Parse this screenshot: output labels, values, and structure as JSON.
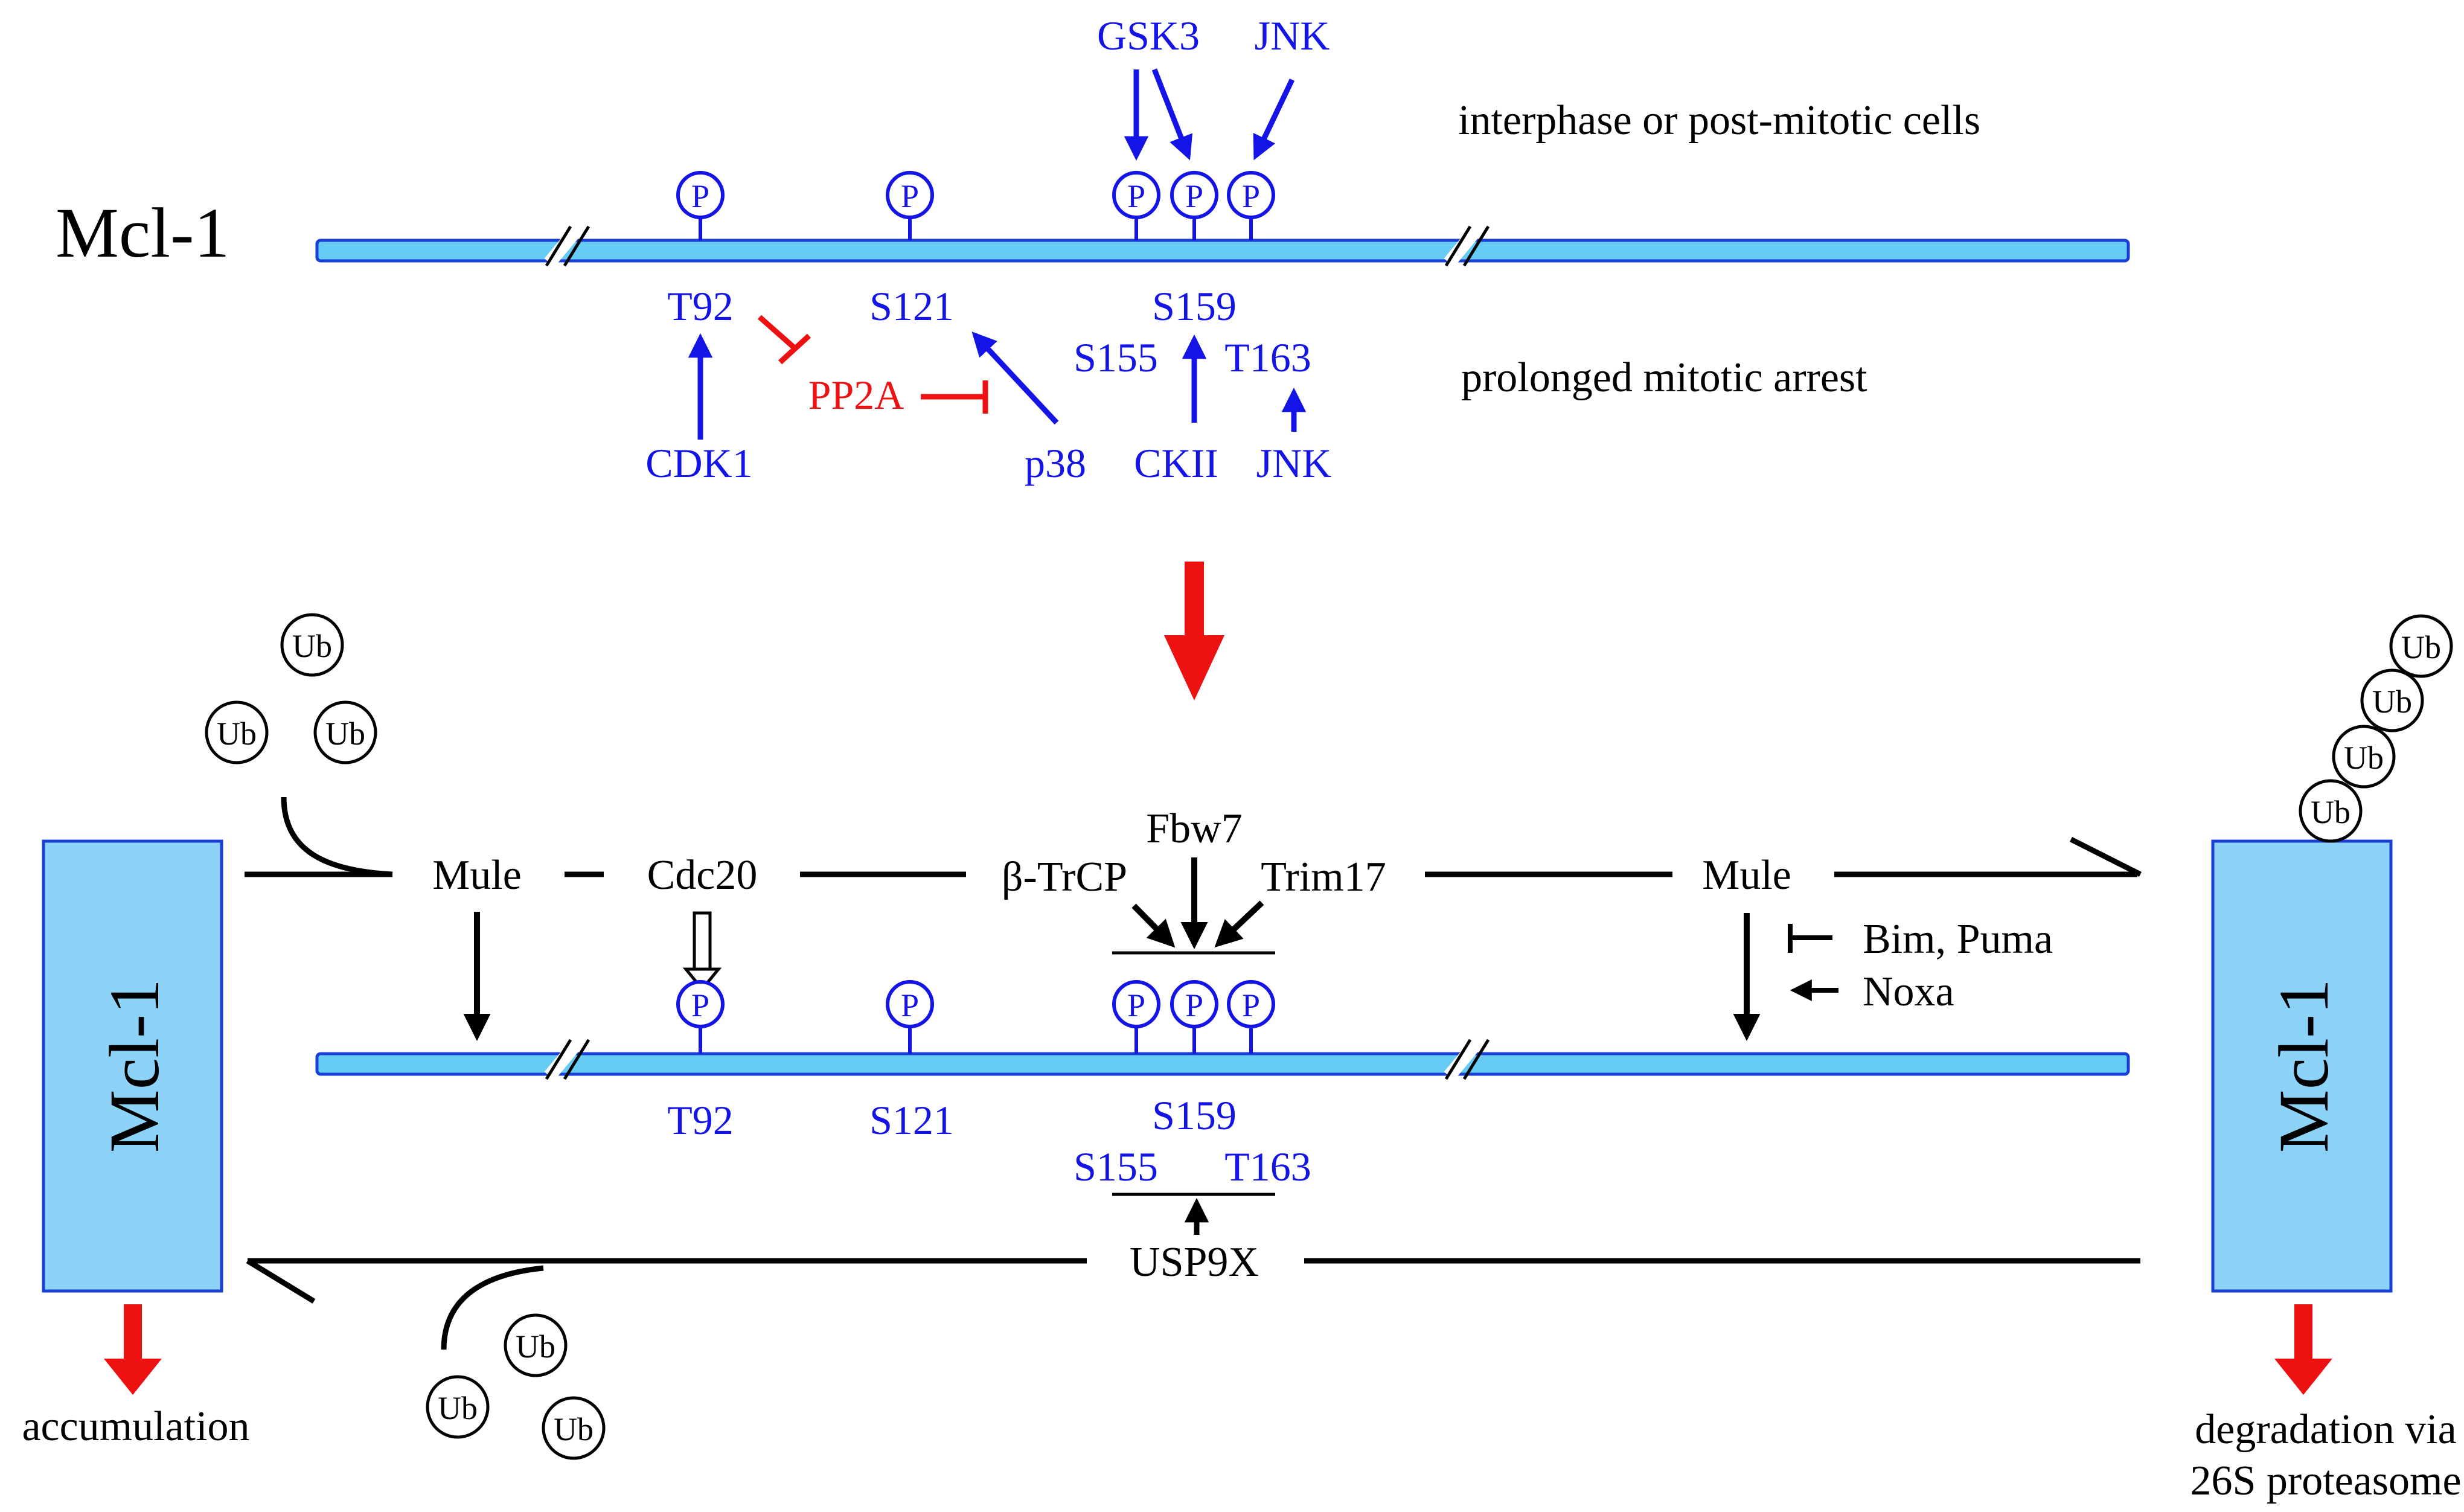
{
  "colors": {
    "protein_bar_fill": "#66ccf5",
    "protein_bar_stroke": "#1a3fd6",
    "mcl1_box_fill": "#8dd3f7",
    "site_blue": "#1414e6",
    "inhibitor_red": "#ee1111",
    "black": "#000000"
  },
  "top": {
    "protein_label": "Mcl-1",
    "context_interphase": "interphase or post-mitotic cells",
    "context_mitotic": "prolonged mitotic arrest",
    "site_labels": {
      "t92": "T92",
      "s121": "S121",
      "s159": "S159",
      "s155": "S155",
      "t163": "T163"
    },
    "phospho_symbol": "P",
    "kinases_above": {
      "gsk3": "GSK3",
      "jnk": "JNK"
    },
    "kinases_below": {
      "cdk1": "CDK1",
      "p38": "p38",
      "ckii": "CKII",
      "jnk": "JNK"
    },
    "phosphatase": "PP2A"
  },
  "bottom": {
    "left_box_label": "Mcl-1",
    "right_box_label": "Mcl-1",
    "ub": "Ub",
    "ligases": {
      "mule_left": "Mule",
      "cdc20": "Cdc20",
      "btrcp": "β-TrCP",
      "fbw7": "Fbw7",
      "trim17": "Trim17",
      "mule_right": "Mule"
    },
    "regulators": {
      "bim_puma": "Bim, Puma",
      "noxa": "Noxa"
    },
    "site_labels": {
      "t92": "T92",
      "s121": "S121",
      "s159": "S159",
      "s155": "S155",
      "t163": "T163"
    },
    "phospho_symbol": "P",
    "deubiquitinase": "USP9X",
    "outcome_left": "accumulation",
    "outcome_right_line1": "degradation via",
    "outcome_right_line2": "26S proteasome"
  }
}
